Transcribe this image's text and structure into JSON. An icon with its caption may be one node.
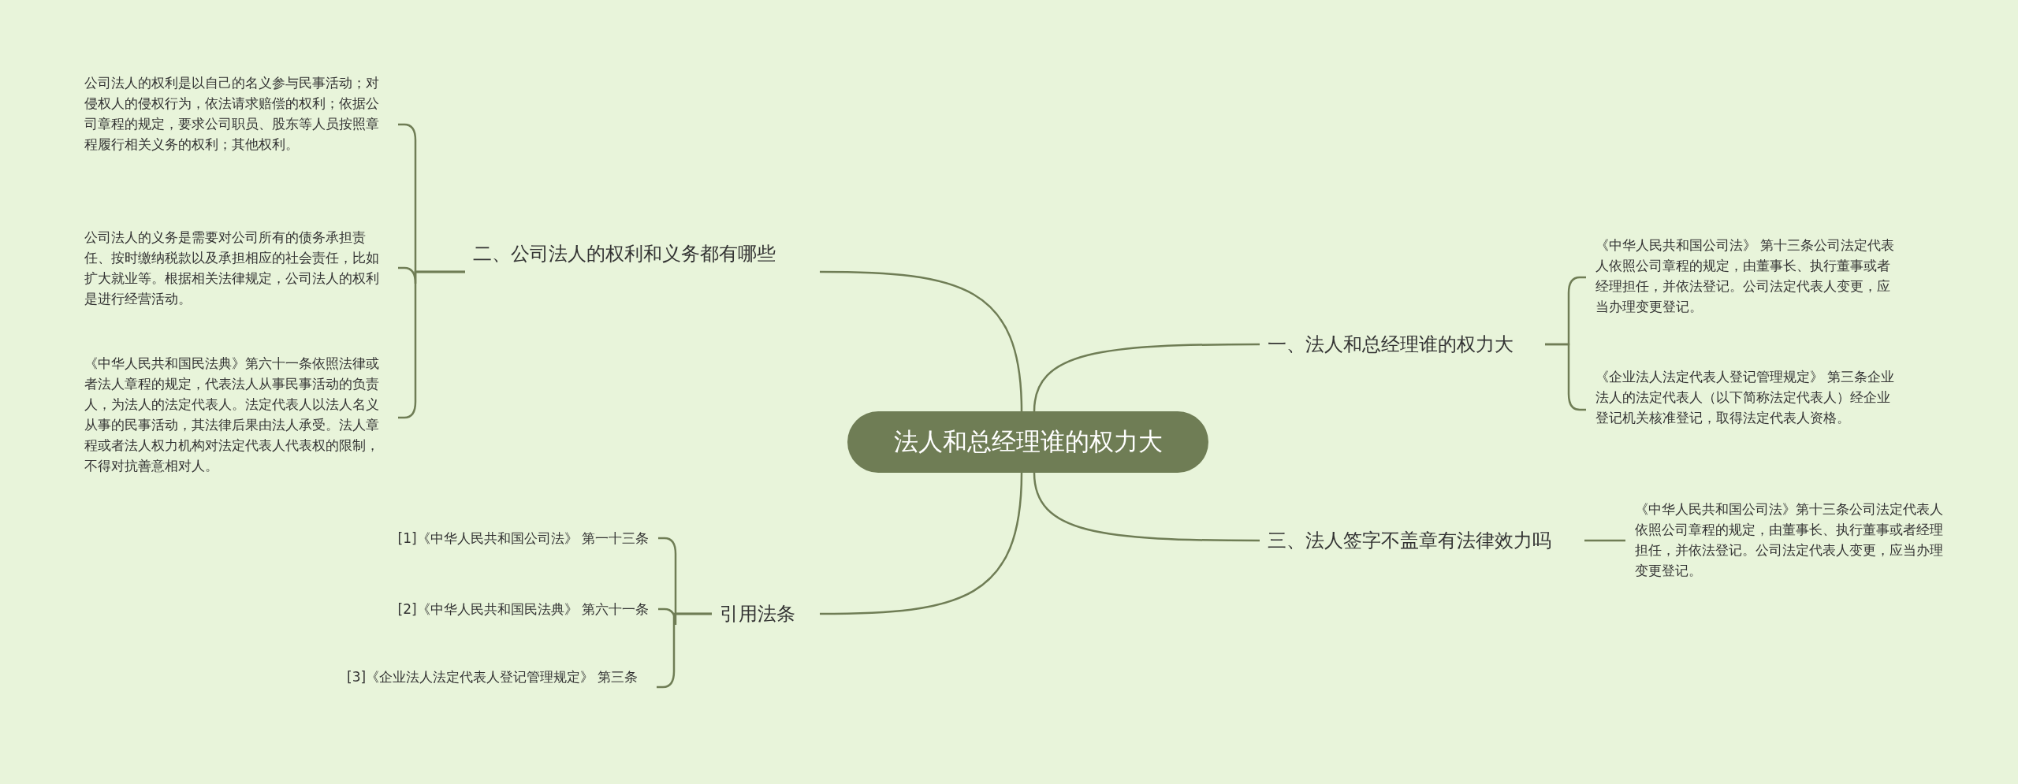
{
  "diagram": {
    "nodes": [
      {
        "text": [
          "法人和总经理谁的权力大"
        ]
      },
      {
        "text": [
          "二、公司法人的权利和义务都有哪些"
        ]
      },
      {
        "text": [
          "公司法人的权利是以自己的名义参与民事活动；对侵权人的侵权行为，依法请求赔偿的权利；依据公司章程的规定，要求公司职员、股东等人员按照章程履行相关义务的权利；其他权利。"
        ]
      },
      {
        "text": [
          "公司法人的义务是需要对公司所有的债务承担责任、按时缴纳税款以及承担相应的社会责任，比如扩大就业等。根据相关法律规定，公司法人的权利是进行经营活动。"
        ]
      },
      {
        "text": [
          "《中华人民共和国民法典》第六十一条依照法律或者法人章程的规定，代表法人从事民事活动的负责人，为法人的法定代表人。法定代表人以法人名义从事的民事活动，其法律后果由法人承受。法人章程或者法人权力机构对法定代表人代表权的限制，不得对抗善意相对人。"
        ]
      },
      {
        "text": [
          "一、法人和总经理谁的权力大"
        ]
      },
      {
        "text": [
          "《中华人民共和国公司法》 第十三条公司法定代表人依照公司章程的规定，由董事长、执行董事或者经理担任，并依法登记。公司法定代表人变更，应当办理变更登记。"
        ]
      },
      {
        "text": [
          "《企业法人法定代表人登记管理规定》 第三条企业法人的法定代表人（以下简称法定代表人）经企业登记机关核准登记，取得法定代表人资格。"
        ]
      },
      {
        "text": [
          "三、法人签字不盖章有法律效力吗"
        ]
      },
      {
        "text": [
          "《中华人民共和国公司法》第十三条公司法定代表人依照公司章程的规定，由董事长、执行董事或者经理担任，并依法登记。公司法定代表人变更，应当办理变更登记。"
        ]
      },
      {
        "text": [
          "引用法条"
        ]
      },
      {
        "text": [
          "[1]《中华人民共和国公司法》 第一十三条"
        ]
      },
      {
        "text": [
          "[2]《中华人民共和国民法典》 第六十一条"
        ]
      },
      {
        "text": [
          "[3]《企业法人法定代表人登记管理规定》 第三条"
        ]
      }
    ],
    "edges": [
      {
        "from": 0,
        "to": 1,
        "arrow": "none"
      },
      {
        "from": 1,
        "to": 2,
        "arrow": "none"
      },
      {
        "from": 1,
        "to": 3,
        "arrow": "none"
      },
      {
        "from": 1,
        "to": 4,
        "arrow": "none"
      },
      {
        "from": 0,
        "to": 5,
        "arrow": "none"
      },
      {
        "from": 5,
        "to": 6,
        "arrow": "none"
      },
      {
        "from": 5,
        "to": 7,
        "arrow": "none"
      },
      {
        "from": 0,
        "to": 8,
        "arrow": "none"
      },
      {
        "from": 8,
        "to": 9,
        "arrow": "none"
      },
      {
        "from": 0,
        "to": 10,
        "arrow": "none"
      },
      {
        "from": 10,
        "to": 11,
        "arrow": "none"
      },
      {
        "from": 10,
        "to": 12,
        "arrow": "none"
      },
      {
        "from": 10,
        "to": 13,
        "arrow": "none"
      }
    ]
  }
}
